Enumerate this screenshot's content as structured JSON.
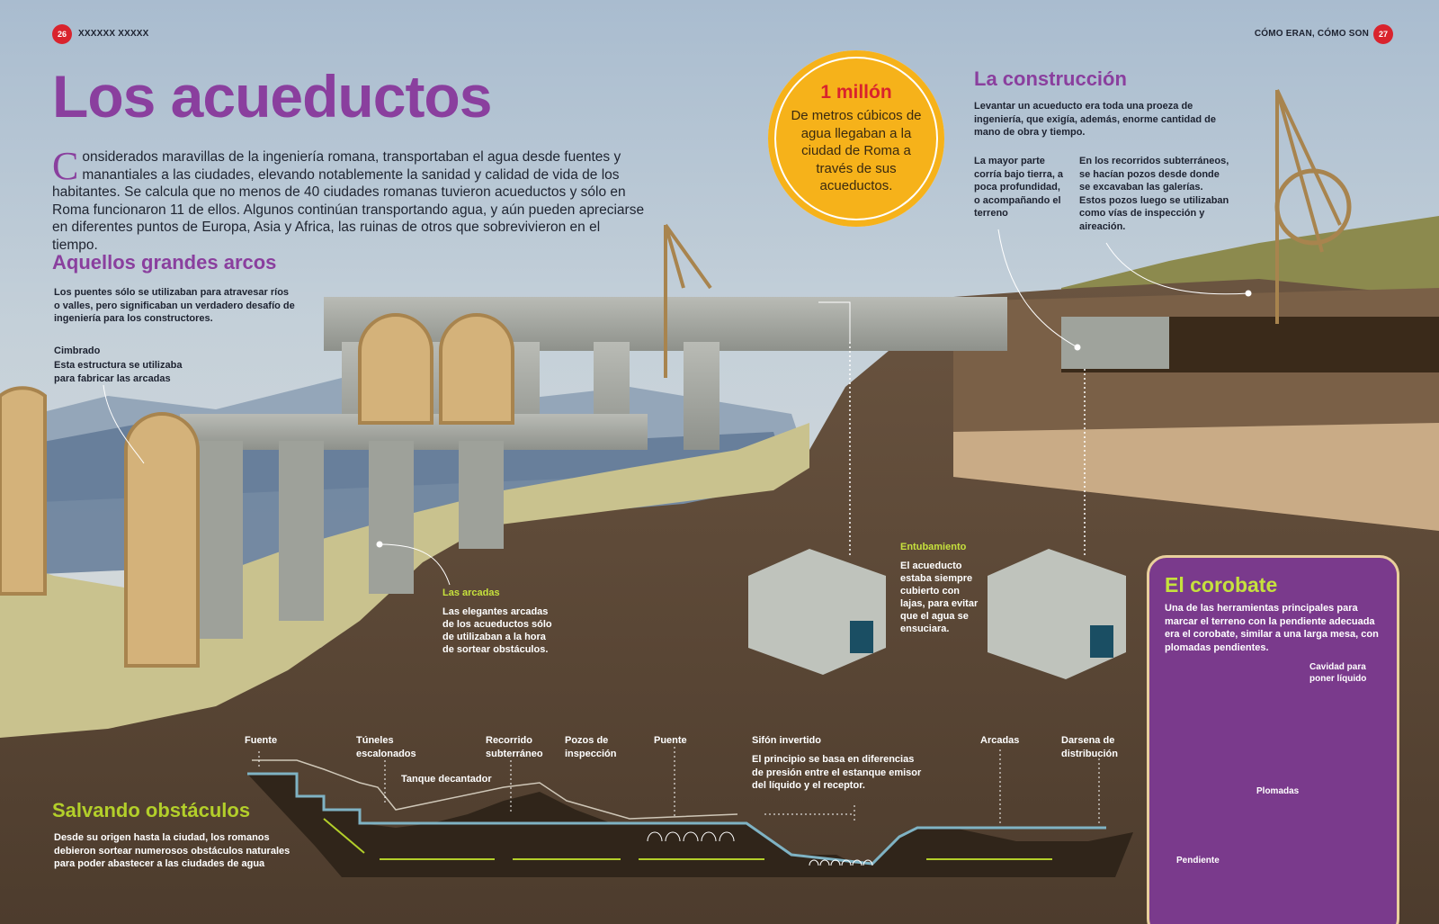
{
  "header": {
    "left_page_number": "26",
    "left_text": "XXXXXX XXXXX",
    "right_text": "CÓMO ERAN, CÓMO SON",
    "right_page_number": "27"
  },
  "title": "Los acueductos",
  "intro": {
    "dropcap": "C",
    "text": "onsiderados maravillas de la ingeniería romana, transportaban el agua desde fuentes y manantiales a las ciudades, elevando notablemente la sanidad y calidad de vida de los habitantes. Se calcula que no menos de 40 ciudades romanas tuvieron acueductos y sólo en Roma funcionaron 11 de ellos. Algunos continúan transportando agua, y aún pueden apreciarse en diferentes puntos de Europa, Asia y Africa, las ruinas de otros que sobrevivieron en el tiempo."
  },
  "arcs_section": {
    "heading": "Aquellos grandes arcos",
    "text": "Los puentes sólo se utilizaban para atravesar ríos o valles, pero significaban un verdadero desafío de ingeniería para los constructores.",
    "cimbrado_title": "Cimbrado",
    "cimbrado_text": "Esta estructura se utilizaba para fabricar las arcadas"
  },
  "million_badge": {
    "big": "1 millón",
    "text": "De metros cúbicos de agua llegaban a la ciudad de Roma a través de sus acueductos."
  },
  "construction": {
    "heading": "La construcción",
    "text": "Levantar un acueducto era toda una proeza de ingeniería, que exigía, además, enorme cantidad de mano de obra y tiempo.",
    "col1": "La mayor parte corría bajo tierra, a poca profundidad, o acompañando el terreno",
    "col2": "En los recorridos subterráneos, se hacían pozos desde donde se excavaban las galerías. Estos pozos luego se utilizaban como vías de inspección y aireación."
  },
  "arcadas_label": {
    "title": "Las arcadas",
    "text": "Las elegantes arcadas de los acueductos sólo de utilizaban a la hora de sortear obstáculos."
  },
  "entubamiento": {
    "title": "Entubamiento",
    "text": "El acueducto estaba siempre cubierto con lajas, para evitar que el agua se ensuciara."
  },
  "corobate": {
    "heading": "El corobate",
    "text": "Una de las herramientas principales para marcar el terreno con la pendiente adecuada era el corobate, similar a una larga mesa, con plomadas pendientes.",
    "cavity_label": "Cavidad para poner líquido",
    "plumb_label": "Plomadas",
    "slope_label": "Pendiente"
  },
  "obstacles": {
    "heading": "Salvando obstáculos",
    "text": "Desde su origen hasta la ciudad, los romanos debieron sortear numerosos obstáculos naturales para poder abastecer a las ciudades de agua"
  },
  "profile_labels": {
    "fuente": "Fuente",
    "tuneles": "Túneles escalonados",
    "tanque": "Tanque decantador",
    "recorrido": "Recorrido subterráneo",
    "pozos": "Pozos de inspección",
    "puente": "Puente",
    "sifon_title": "Sifón invertido",
    "sifon_text": "El principio se basa en diferencias de presión entre el estanque emisor del líquido y el receptor.",
    "arcadas": "Arcadas",
    "darsena": "Darsena de distribución"
  },
  "colors": {
    "title_purple": "#8a3f9e",
    "accent_green": "#c6e13d",
    "badge_yellow": "#f6b21a",
    "page_red": "#d9232d",
    "soil_brown": "#5a4634"
  }
}
